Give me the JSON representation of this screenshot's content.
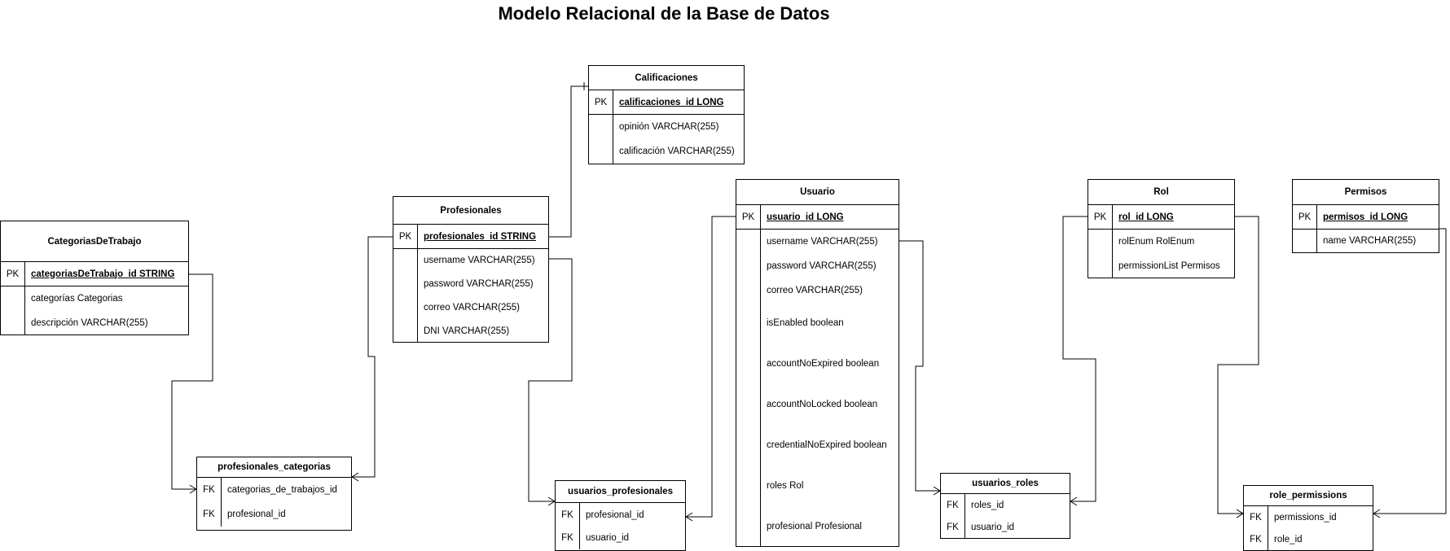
{
  "title": "Modelo Relacional de la Base de Datos",
  "tables": {
    "calificaciones": {
      "name": "Calificaciones",
      "pk": {
        "key": "PK",
        "field": "calificaciones_id LONG"
      },
      "fields": [
        "opinión VARCHAR(255)",
        "calificación VARCHAR(255)"
      ]
    },
    "categorias": {
      "name": "CategoriasDeTrabajo",
      "pk": {
        "key": "PK",
        "field": "categoriasDeTrabajo_id STRING"
      },
      "fields": [
        "categorías Categorias",
        "descripción VARCHAR(255)"
      ]
    },
    "profesionales": {
      "name": "Profesionales",
      "pk": {
        "key": "PK",
        "field": "profesionales_id STRING"
      },
      "fields": [
        "username VARCHAR(255)",
        "password VARCHAR(255)",
        "correo VARCHAR(255)",
        "DNI VARCHAR(255)"
      ]
    },
    "usuario": {
      "name": "Usuario",
      "pk": {
        "key": "PK",
        "field": "usuario_id LONG"
      },
      "fields": [
        "username VARCHAR(255)",
        "password VARCHAR(255)",
        "correo VARCHAR(255)",
        "isEnabled boolean",
        "accountNoExpired boolean",
        "accountNoLocked boolean",
        "credentialNoExpired boolean",
        "roles Rol",
        "profesional Profesional"
      ]
    },
    "rol": {
      "name": "Rol",
      "pk": {
        "key": "PK",
        "field": "rol_id LONG"
      },
      "fields": [
        "rolEnum RolEnum",
        "permissionList Permisos"
      ]
    },
    "permisos": {
      "name": "Permisos",
      "pk": {
        "key": "PK",
        "field": "permisos_id LONG"
      },
      "fields": [
        "name VARCHAR(255)"
      ]
    },
    "profesionales_categorias": {
      "name": "profesionales_categorias",
      "fks": [
        {
          "key": "FK",
          "field": "categorias_de_trabajos_id"
        },
        {
          "key": "FK",
          "field": "profesional_id"
        }
      ]
    },
    "usuarios_profesionales": {
      "name": "usuarios_profesionales",
      "fks": [
        {
          "key": "FK",
          "field": "profesional_id"
        },
        {
          "key": "FK",
          "field": "usuario_id"
        }
      ]
    },
    "usuarios_roles": {
      "name": "usuarios_roles",
      "fks": [
        {
          "key": "FK",
          "field": "roles_id"
        },
        {
          "key": "FK",
          "field": "usuario_id"
        }
      ]
    },
    "role_permissions": {
      "name": "role_permissions",
      "fks": [
        {
          "key": "FK",
          "field": "permissions_id"
        },
        {
          "key": "FK",
          "field": "role_id"
        }
      ]
    }
  }
}
